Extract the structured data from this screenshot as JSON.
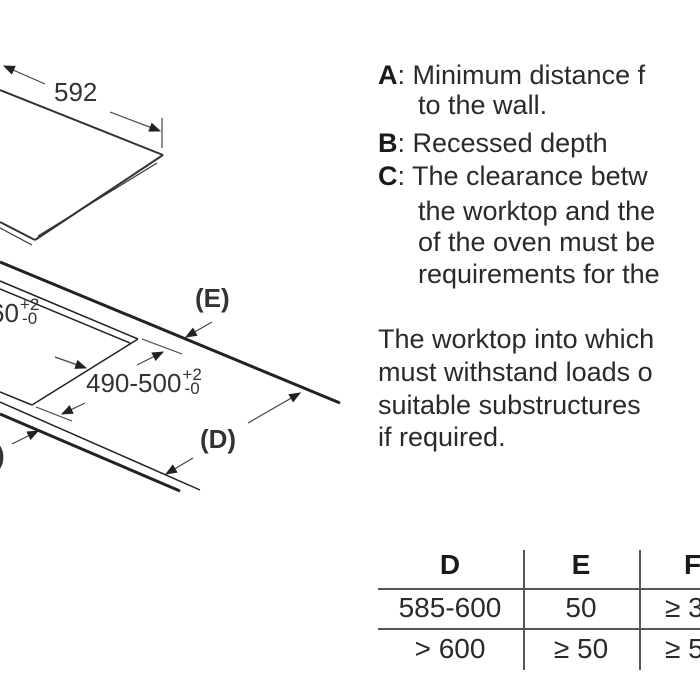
{
  "diagram": {
    "width_label": "592",
    "cutout_width_label": "60",
    "cutout_width_tolerance": {
      "plus": "+2",
      "minus": "-0"
    },
    "cutout_depth_label": "490-500",
    "cutout_depth_tolerance": {
      "plus": "+2",
      "minus": "-0"
    },
    "label_e": "(E)",
    "label_d": "(D)",
    "label_partial_left": ")"
  },
  "legend": {
    "items": [
      {
        "key": "A",
        "lines": [
          "Minimum distance f",
          "to the wall."
        ]
      },
      {
        "key": "B",
        "lines": [
          "Recessed depth"
        ]
      },
      {
        "key": "C",
        "lines": [
          "The clearance betw",
          "the worktop and the",
          "of the oven must be",
          "requirements for the"
        ]
      }
    ],
    "note_lines": [
      "The worktop into which",
      "must withstand loads o",
      "suitable substructures",
      "if required."
    ]
  },
  "table": {
    "headers": [
      "D",
      "E",
      "F"
    ],
    "rows": [
      [
        "585-600",
        "50",
        "≥ 3"
      ],
      [
        "> 600",
        "≥ 50",
        "≥ 5"
      ]
    ]
  }
}
